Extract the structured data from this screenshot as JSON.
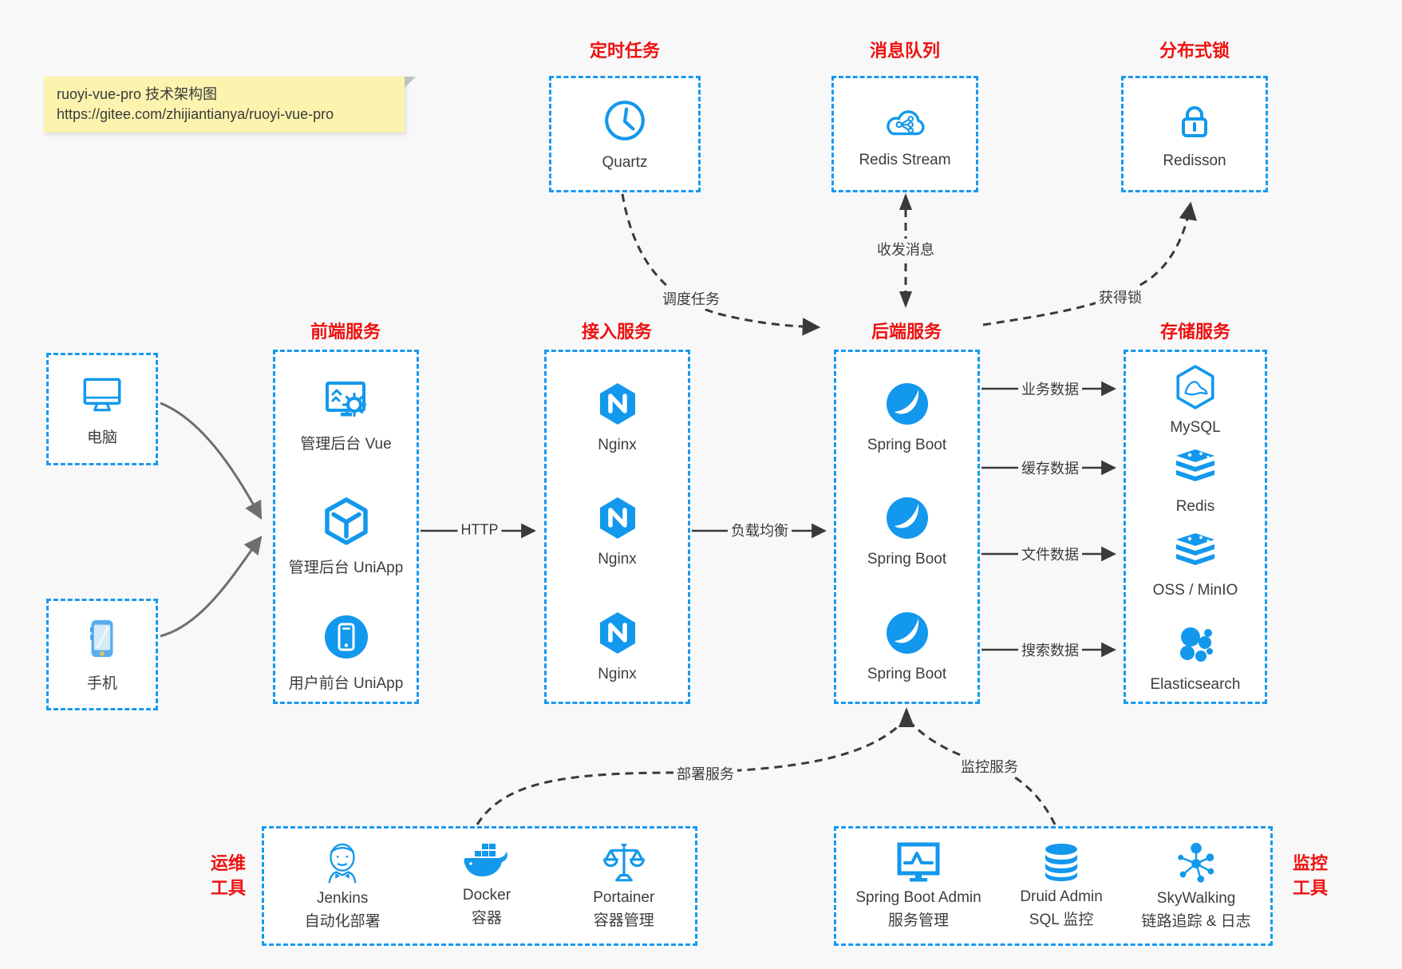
{
  "colors": {
    "accent_blue": "#1298ec",
    "dash_blue": "#1899f0",
    "title_red": "#ee1111",
    "text": "#3d3d3d",
    "arrow_dark": "#3a3a3a",
    "arrow_gray": "#6e6e6e",
    "note_bg": "#fbf3ae",
    "page_bg": "#f8f8f8"
  },
  "note": {
    "line1": "ruoyi-vue-pro 技术架构图",
    "line2": "https://gitee.com/zhijiantianya/ruoyi-vue-pro"
  },
  "top_groups": [
    {
      "title": "定时任务",
      "item": {
        "name": "Quartz",
        "icon": "clock-icon"
      }
    },
    {
      "title": "消息队列",
      "item": {
        "name": "Redis Stream",
        "icon": "cloud-stream-icon"
      }
    },
    {
      "title": "分布式锁",
      "item": {
        "name": "Redisson",
        "icon": "padlock-icon"
      }
    }
  ],
  "clients": [
    {
      "name": "电脑",
      "icon": "desktop-icon"
    },
    {
      "name": "手机",
      "icon": "smartphone-icon"
    }
  ],
  "columns": [
    {
      "title": "前端服务",
      "items": [
        {
          "name": "管理后台 Vue",
          "icon": "admin-vue-icon"
        },
        {
          "name": "管理后台 UniApp",
          "icon": "uniapp-cube-icon"
        },
        {
          "name": "用户前台 UniApp",
          "icon": "mobile-app-icon"
        }
      ]
    },
    {
      "title": "接入服务",
      "items": [
        {
          "name": "Nginx",
          "icon": "nginx-icon"
        },
        {
          "name": "Nginx",
          "icon": "nginx-icon"
        },
        {
          "name": "Nginx",
          "icon": "nginx-icon"
        }
      ]
    },
    {
      "title": "后端服务",
      "items": [
        {
          "name": "Spring Boot",
          "icon": "spring-boot-icon"
        },
        {
          "name": "Spring Boot",
          "icon": "spring-boot-icon"
        },
        {
          "name": "Spring Boot",
          "icon": "spring-boot-icon"
        }
      ]
    },
    {
      "title": "存储服务",
      "items": [
        {
          "name": "MySQL",
          "icon": "mysql-icon"
        },
        {
          "name": "Redis",
          "icon": "redis-stack-icon"
        },
        {
          "name": "OSS / MinIO",
          "icon": "redis-stack-icon"
        },
        {
          "name": "Elasticsearch",
          "icon": "elasticsearch-icon"
        }
      ]
    }
  ],
  "bottom_groups": [
    {
      "label_lines": [
        "运维",
        "工具"
      ],
      "items": [
        {
          "name": "Jenkins",
          "sub": "自动化部署",
          "icon": "jenkins-icon"
        },
        {
          "name": "Docker",
          "sub": "容器",
          "icon": "docker-icon"
        },
        {
          "name": "Portainer",
          "sub": "容器管理",
          "icon": "scales-icon"
        }
      ]
    },
    {
      "label_lines": [
        "监控",
        "工具"
      ],
      "items": [
        {
          "name": "Spring Boot Admin",
          "sub": "服务管理",
          "icon": "monitor-chart-icon"
        },
        {
          "name": "Druid Admin",
          "sub": "SQL 监控",
          "icon": "database-icon"
        },
        {
          "name": "SkyWalking",
          "sub": "链路追踪 & 日志",
          "icon": "topology-icon"
        }
      ]
    }
  ],
  "edge_labels": {
    "http": "HTTP",
    "load_balance": "负载均衡",
    "schedule": "调度任务",
    "messages": "收发消息",
    "lock": "获得锁",
    "biz": "业务数据",
    "cache": "缓存数据",
    "file": "文件数据",
    "search": "搜索数据",
    "deploy": "部署服务",
    "monitor": "监控服务"
  }
}
